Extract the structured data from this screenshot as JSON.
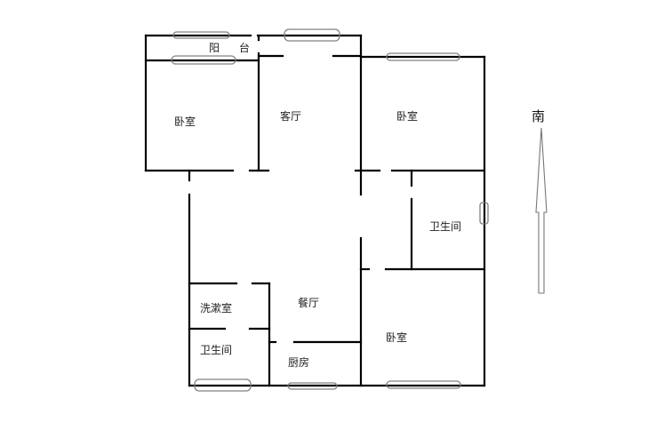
{
  "diagram": {
    "type": "floor-plan",
    "rooms": [
      {
        "id": "balcony",
        "label": "阳 台"
      },
      {
        "id": "bedroom-nw",
        "label": "卧室"
      },
      {
        "id": "living-room",
        "label": "客厅"
      },
      {
        "id": "bedroom-ne",
        "label": "卧室"
      },
      {
        "id": "bathroom-east",
        "label": "卫生间"
      },
      {
        "id": "washroom",
        "label": "洗漱室"
      },
      {
        "id": "dining-room",
        "label": "餐厅"
      },
      {
        "id": "bathroom-west",
        "label": "卫生间"
      },
      {
        "id": "kitchen",
        "label": "厨房"
      },
      {
        "id": "bedroom-se",
        "label": "卧室"
      }
    ],
    "compass": {
      "label": "南"
    },
    "colors": {
      "wall": "#000000",
      "window": "#808080",
      "background": "#ffffff"
    }
  }
}
